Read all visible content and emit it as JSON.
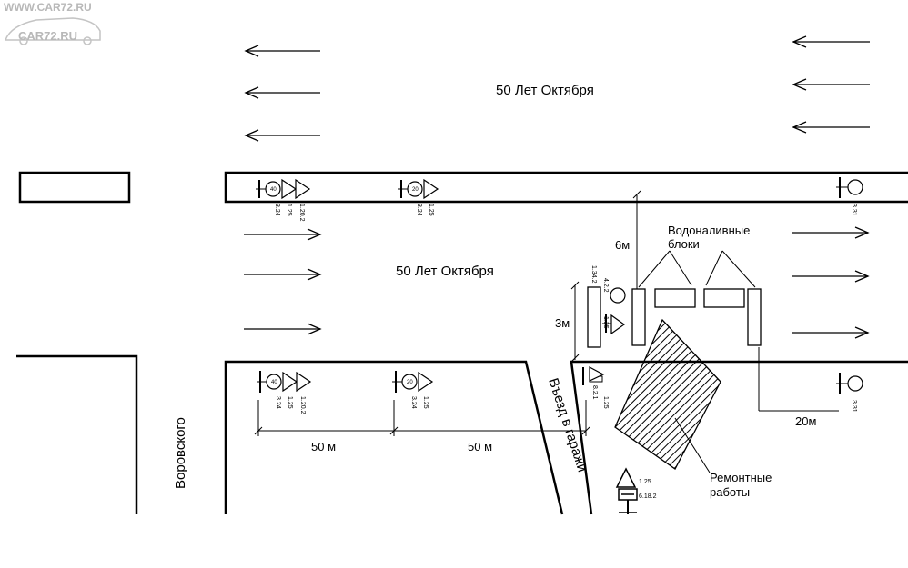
{
  "watermark": {
    "url": "WWW.CAR72.RU",
    "logo_text": "CAR72.RU"
  },
  "streets": {
    "top": "50 Лет Октября",
    "middle": "50 Лет Октября",
    "side": "Воровского"
  },
  "labels": {
    "water_blocks_line1": "Водоналивные",
    "water_blocks_line2": "блоки",
    "repair_line1": "Ремонтные",
    "repair_line2": "работы",
    "garage_entry": "Въезд в гаражи"
  },
  "dimensions": {
    "d6": "6м",
    "d3": "3м",
    "d20": "20м",
    "d50a": "50 м",
    "d50b": "50 м"
  },
  "signs": {
    "speed_40": "40",
    "speed_20": "20",
    "c324": "3.24",
    "c125": "1.25",
    "c1202": "1.20.2",
    "c331": "3.31",
    "c1342": "1.34.2",
    "c422": "4.2.2",
    "c821": "8.2.1",
    "c6182": "6.18.2"
  }
}
